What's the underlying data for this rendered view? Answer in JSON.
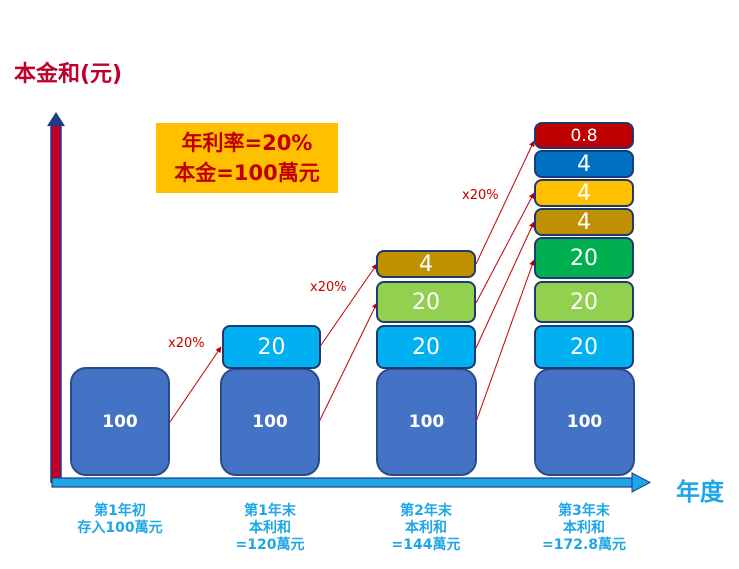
{
  "y_axis_label": "本金和(元)",
  "x_axis_label": "年度",
  "info": {
    "line1": "年利率=20%",
    "line2": "本金=100萬元"
  },
  "growth_label": "x20%",
  "columns": [
    {
      "base": "100",
      "caption": [
        "第1年初",
        "存入100萬元"
      ],
      "layers": []
    },
    {
      "base": "100",
      "caption": [
        "第1年末",
        "本利和",
        "=120萬元"
      ],
      "layers": [
        {
          "value": "20",
          "color": "#00b0f0"
        }
      ]
    },
    {
      "base": "100",
      "caption": [
        "第2年末",
        "本利和",
        "=144萬元"
      ],
      "layers": [
        {
          "value": "20",
          "color": "#00b0f0"
        },
        {
          "value": "20",
          "color": "#92d050"
        },
        {
          "value": "4",
          "color": "#bf9000"
        }
      ]
    },
    {
      "base": "100",
      "caption": [
        "第3年末",
        "本利和",
        "=172.8萬元"
      ],
      "layers": [
        {
          "value": "20",
          "color": "#00b0f0"
        },
        {
          "value": "20",
          "color": "#92d050"
        },
        {
          "value": "20",
          "color": "#00b050"
        },
        {
          "value": "4",
          "color": "#bf9000"
        },
        {
          "value": "4",
          "color": "#ffc000"
        },
        {
          "value": "4",
          "color": "#0070c0"
        },
        {
          "value": "0.8",
          "color": "#c00000"
        }
      ]
    }
  ],
  "colors": {
    "axis_y": "#c0002a",
    "axis_x": "#1fa6e6",
    "base_block": "#4472c4",
    "arrow": "#c00000"
  }
}
